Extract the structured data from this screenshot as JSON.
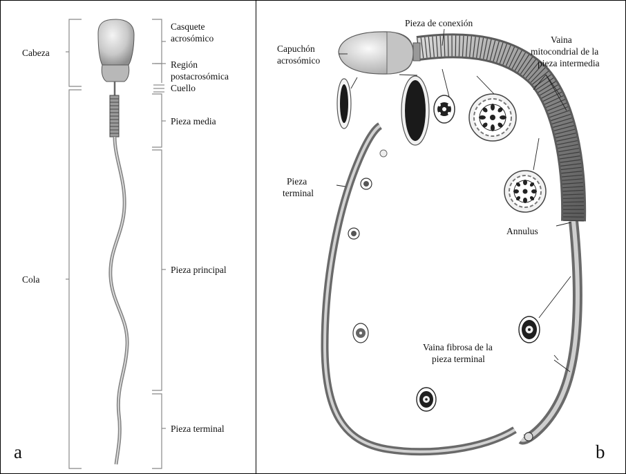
{
  "panel_a": {
    "letter": "a",
    "left_labels": {
      "head": "Cabeza",
      "tail": "Cola"
    },
    "right_labels": {
      "acrosomal_cap_l1": "Casquete",
      "acrosomal_cap_l2": "acrosómico",
      "postacrosomal_l1": "Región",
      "postacrosomal_l2": "postacrosómica",
      "neck": "Cuello",
      "middle_piece": "Pieza media",
      "principal_piece": "Pieza principal",
      "end_piece": "Pieza terminal"
    }
  },
  "panel_b": {
    "letter": "b",
    "labels": {
      "connecting_piece": "Pieza de conexión",
      "acrosomal_hood_l1": "Capuchón",
      "acrosomal_hood_l2": "acrosómico",
      "mito_sheath_l1": "Vaina",
      "mito_sheath_l2": "mitocondrial de la",
      "mito_sheath_l3": "pieza intermedia",
      "end_piece_l1": "Pieza",
      "end_piece_l2": "terminal",
      "annulus": "Annulus",
      "fibrous_sheath_l1": "Vaina fibrosa de la",
      "fibrous_sheath_l2": "pieza terminal"
    }
  },
  "colors": {
    "frame": "#000000",
    "ink": "#111111",
    "sperm_gray": "#8a8a8a",
    "dark_fill": "#1a1a1a"
  }
}
